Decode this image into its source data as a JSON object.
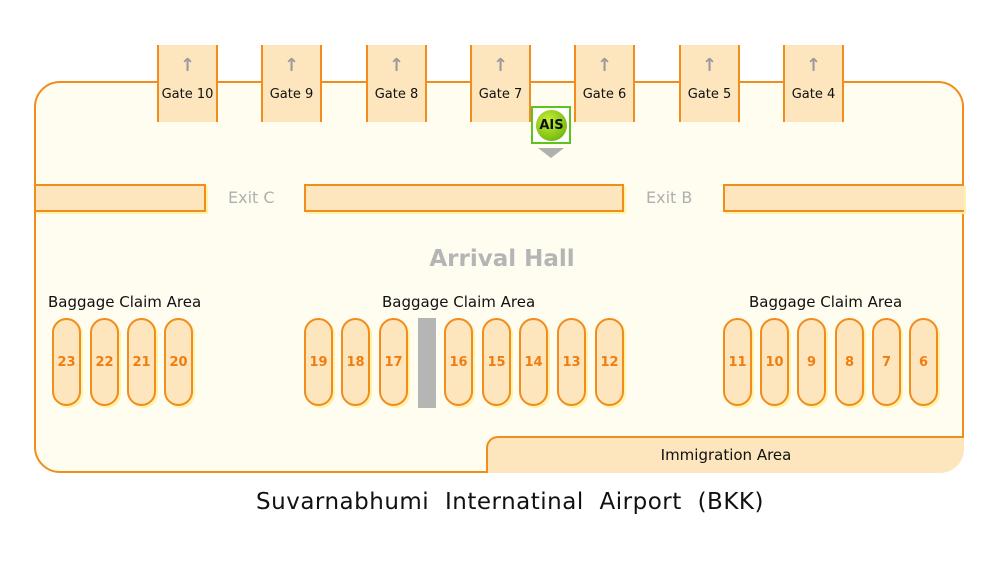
{
  "gates": [
    "Gate 10",
    "Gate 9",
    "Gate 8",
    "Gate 7",
    "Gate 6",
    "Gate 5",
    "Gate 4"
  ],
  "gate_arrow": "↑",
  "exits": {
    "c": "Exit C",
    "b": "Exit B"
  },
  "arrival_hall": "Arrival Hall",
  "baggage_label": "Baggage Claim Area",
  "belts": {
    "left": [
      "23",
      "22",
      "21",
      "20"
    ],
    "middle_a": [
      "19",
      "18",
      "17"
    ],
    "middle_b": [
      "16",
      "15",
      "14",
      "13",
      "12"
    ],
    "right": [
      "11",
      "10",
      "9",
      "8",
      "7",
      "6"
    ]
  },
  "ais_label": "AIS",
  "immigration": "Immigration Area",
  "title": "Suvarnabhumi Internatinal Airport (BKK)",
  "colors": {
    "outline": "#f28c1c",
    "fill": "#fde6bd",
    "belt_text": "#f07d10",
    "ais": "#5aa800"
  }
}
